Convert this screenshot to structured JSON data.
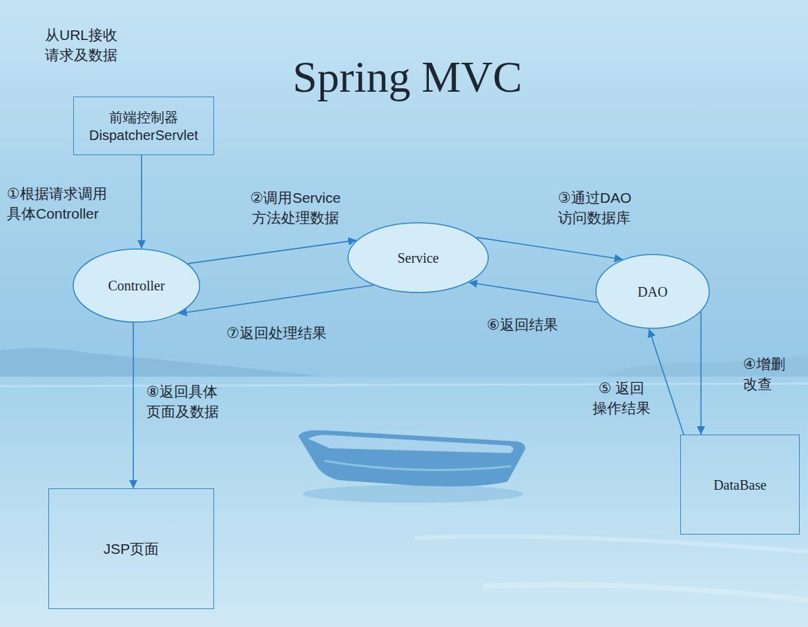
{
  "diagram": {
    "title": "Spring MVC",
    "nodes": [
      {
        "text": [
          "前端控制器 DispatcherServlet"
        ]
      },
      {
        "text": [
          "Controller"
        ]
      },
      {
        "text": [
          "Service"
        ]
      },
      {
        "text": [
          "DAO"
        ]
      },
      {
        "text": [
          "JSP页面"
        ]
      },
      {
        "text": [
          "DataBase"
        ]
      }
    ],
    "edges": [
      {
        "from": 0,
        "to": 1,
        "arrow": "to",
        "label": "①根据请求调用 具体Controller"
      },
      {
        "from": 1,
        "to": 2,
        "arrow": "to",
        "label": "②调用Service 方法处理数据"
      },
      {
        "from": 2,
        "to": 3,
        "arrow": "to",
        "label": "③通过DAO 访问数据库"
      },
      {
        "from": 3,
        "to": 5,
        "arrow": "to",
        "label": "④增删 改查"
      },
      {
        "from": 5,
        "to": 3,
        "arrow": "to",
        "label": "⑤ 返回 操作结果"
      },
      {
        "from": 3,
        "to": 2,
        "arrow": "to",
        "label": "⑥返回结果"
      },
      {
        "from": 2,
        "to": 1,
        "arrow": "to",
        "label": "⑦返回处理结果"
      },
      {
        "from": 1,
        "to": 4,
        "arrow": "to",
        "label": "⑧返回具体 页面及数据"
      }
    ],
    "labels": [
      "从URL接收 请求及数据"
    ]
  }
}
